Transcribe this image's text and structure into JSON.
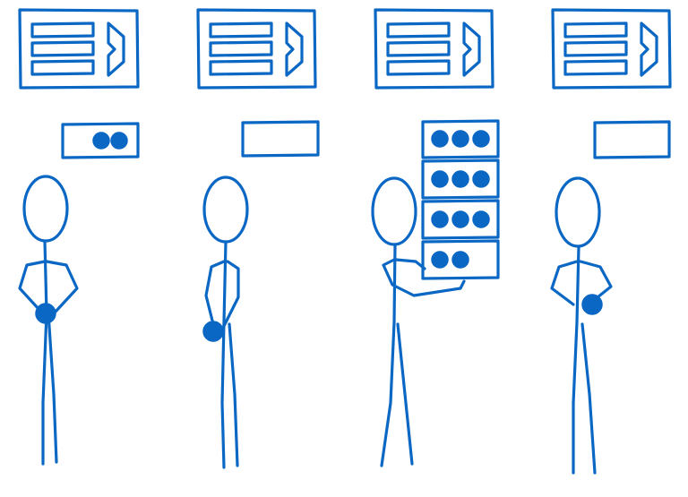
{
  "colors": {
    "ink": "#0a67c4",
    "background": "#ffffff"
  },
  "panels": [
    {
      "id": "person-1",
      "board": {
        "line_items": 3,
        "icon": "play-arrow-icon"
      },
      "tray_tokens": [
        2
      ],
      "hand_token": true,
      "pose": "arms-crossed"
    },
    {
      "id": "person-2",
      "board": {
        "line_items": 3,
        "icon": "play-arrow-icon"
      },
      "tray_tokens": [
        0
      ],
      "hand_token": true,
      "pose": "hand-low"
    },
    {
      "id": "person-3",
      "board": {
        "line_items": 3,
        "icon": "play-arrow-icon"
      },
      "tray_tokens": [
        3,
        3,
        3,
        2
      ],
      "hand_token": false,
      "pose": "carrying-stack"
    },
    {
      "id": "person-4",
      "board": {
        "line_items": 3,
        "icon": "play-arrow-icon"
      },
      "tray_tokens": [
        0
      ],
      "hand_token": true,
      "pose": "arms-crossed"
    }
  ]
}
